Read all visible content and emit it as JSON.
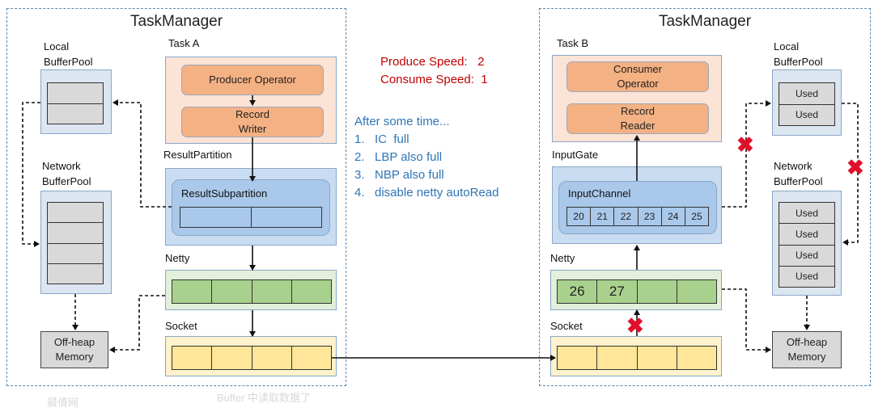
{
  "left": {
    "title": "TaskManager",
    "task_label": "Task A",
    "producer": "Producer Operator",
    "record_writer": "Record Writer",
    "result_partition": "ResultPartition",
    "result_subpartition": "ResultSubpartition",
    "netty": "Netty",
    "socket": "Socket",
    "local_pool": "Local BufferPool",
    "network_pool": "Network BufferPool",
    "offheap": "Off-heap Memory"
  },
  "right": {
    "title": "TaskManager",
    "task_label": "Task B",
    "consumer": "Consumer Operator",
    "record_reader": "Record Reader",
    "input_gate": "InputGate",
    "input_channel": "InputChannel",
    "channel_cells": [
      "20",
      "21",
      "22",
      "23",
      "24",
      "25"
    ],
    "netty": "Netty",
    "netty_cells": [
      "26",
      "27",
      "",
      ""
    ],
    "socket": "Socket",
    "local_pool": "Local BufferPool",
    "local_cells": [
      "Used",
      "Used"
    ],
    "network_pool": "Network BufferPool",
    "network_cells": [
      "Used",
      "Used",
      "Used",
      "Used"
    ],
    "offheap": "Off-heap Memory"
  },
  "speeds": {
    "produce": "Produce Speed:   2",
    "consume": "Consume Speed:  1"
  },
  "notes": {
    "heading": "After some time...",
    "items": [
      "1.   IC  full",
      "2.   LBP also full",
      "3.   NBP also full",
      "4.   disable netty autoRead"
    ]
  },
  "watermark": {
    "left": "晨倩网",
    "bottom": "Buffer 中读取数据了"
  },
  "colors": {
    "task": "#fbe3d6",
    "operator": "#f4b183",
    "partition": "#c9dcf1",
    "netty": "#a9d18e",
    "socket": "#ffe699",
    "speed_text": "#c00000",
    "note_text": "#2e75b6",
    "cross": "#e0102a"
  }
}
